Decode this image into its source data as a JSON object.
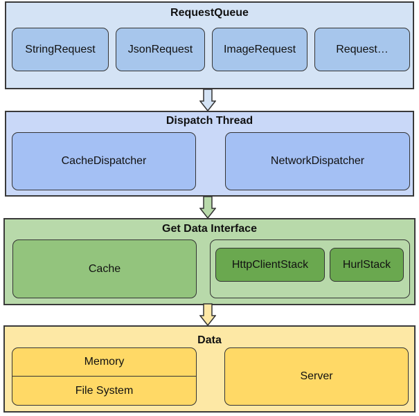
{
  "request_queue": {
    "title": "RequestQueue",
    "items": [
      "StringRequest",
      "JsonRequest",
      "ImageRequest",
      "Request…"
    ]
  },
  "dispatch_thread": {
    "title": "Dispatch Thread",
    "items": [
      "CacheDispatcher",
      "NetworkDispatcher"
    ]
  },
  "get_data_interface": {
    "title": "Get Data Interface",
    "cache": "Cache",
    "stacks": [
      "HttpClientStack",
      "HurlStack"
    ]
  },
  "data": {
    "title": "Data",
    "local": [
      "Memory",
      "File System"
    ],
    "server": "Server"
  },
  "colors": {
    "request_queue": "#d4e3f5",
    "dispatch_thread": "#c9d8f8",
    "get_data_interface": "#b8d9aa",
    "data": "#fde8a5"
  }
}
